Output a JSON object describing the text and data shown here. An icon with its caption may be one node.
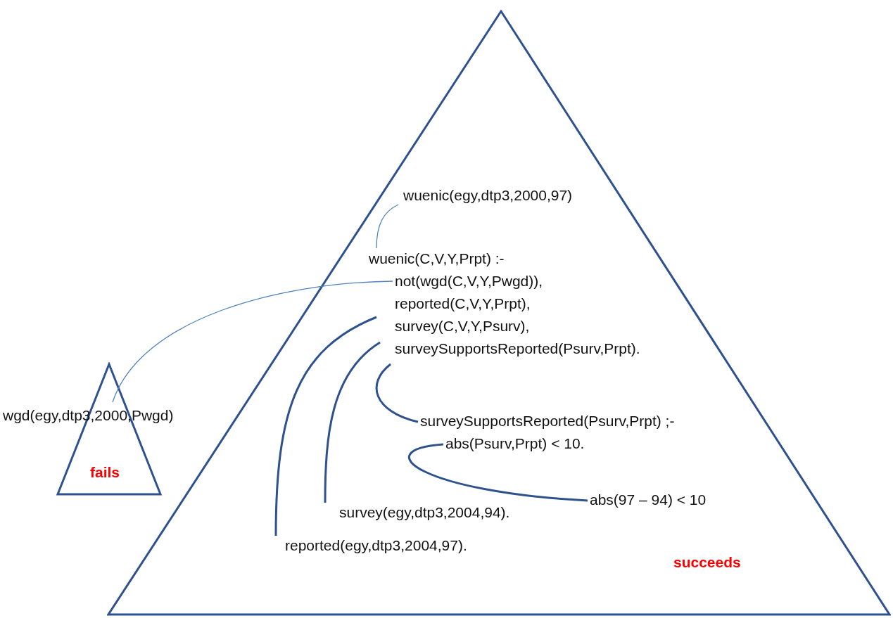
{
  "diagram": {
    "nodes": [
      {
        "text": [
          "succeeds"
        ]
      },
      {
        "text": [
          "wuenic(egy,dtp3,2000,97)"
        ],
        "in": 0
      },
      {
        "text": [
          "wuenic(C,V,Y,Prpt) :-"
        ],
        "in": 0
      },
      {
        "text": [
          "not(wgd(C,V,Y,Pwgd)),"
        ],
        "in": 0
      },
      {
        "text": [
          "reported(C,V,Y,Prpt),"
        ],
        "in": 0
      },
      {
        "text": [
          "survey(C,V,Y,Psurv),"
        ],
        "in": 0
      },
      {
        "text": [
          "surveySupportsReported(Psurv,Prpt)."
        ],
        "in": 0
      },
      {
        "text": [
          "surveySupportsReported(Psurv,Prpt) ;-"
        ],
        "in": 0
      },
      {
        "text": [
          "abs(Psurv,Prpt) < 10."
        ],
        "in": 0
      },
      {
        "text": [
          "abs(97 – 94) < 10"
        ],
        "in": 0
      },
      {
        "text": [
          "survey(egy,dtp3,2004,94)."
        ],
        "in": 0
      },
      {
        "text": [
          "reported(egy,dtp3,2004,97)."
        ],
        "in": 0
      },
      {
        "text": [
          "wgd(egy,dtp3,2000,Pwgd)",
          "fails"
        ]
      }
    ],
    "edges": [
      {
        "from": 1,
        "to": 2,
        "arrow": "none",
        "color": "#4f81bd"
      },
      {
        "from": 3,
        "to": 12,
        "arrow": "none",
        "color": "#4f81bd"
      },
      {
        "from": 4,
        "to": 11,
        "arrow": "none"
      },
      {
        "from": 5,
        "to": 10,
        "arrow": "none"
      },
      {
        "from": 6,
        "to": 7,
        "arrow": "none"
      },
      {
        "from": 8,
        "to": 9,
        "arrow": "none"
      }
    ]
  }
}
